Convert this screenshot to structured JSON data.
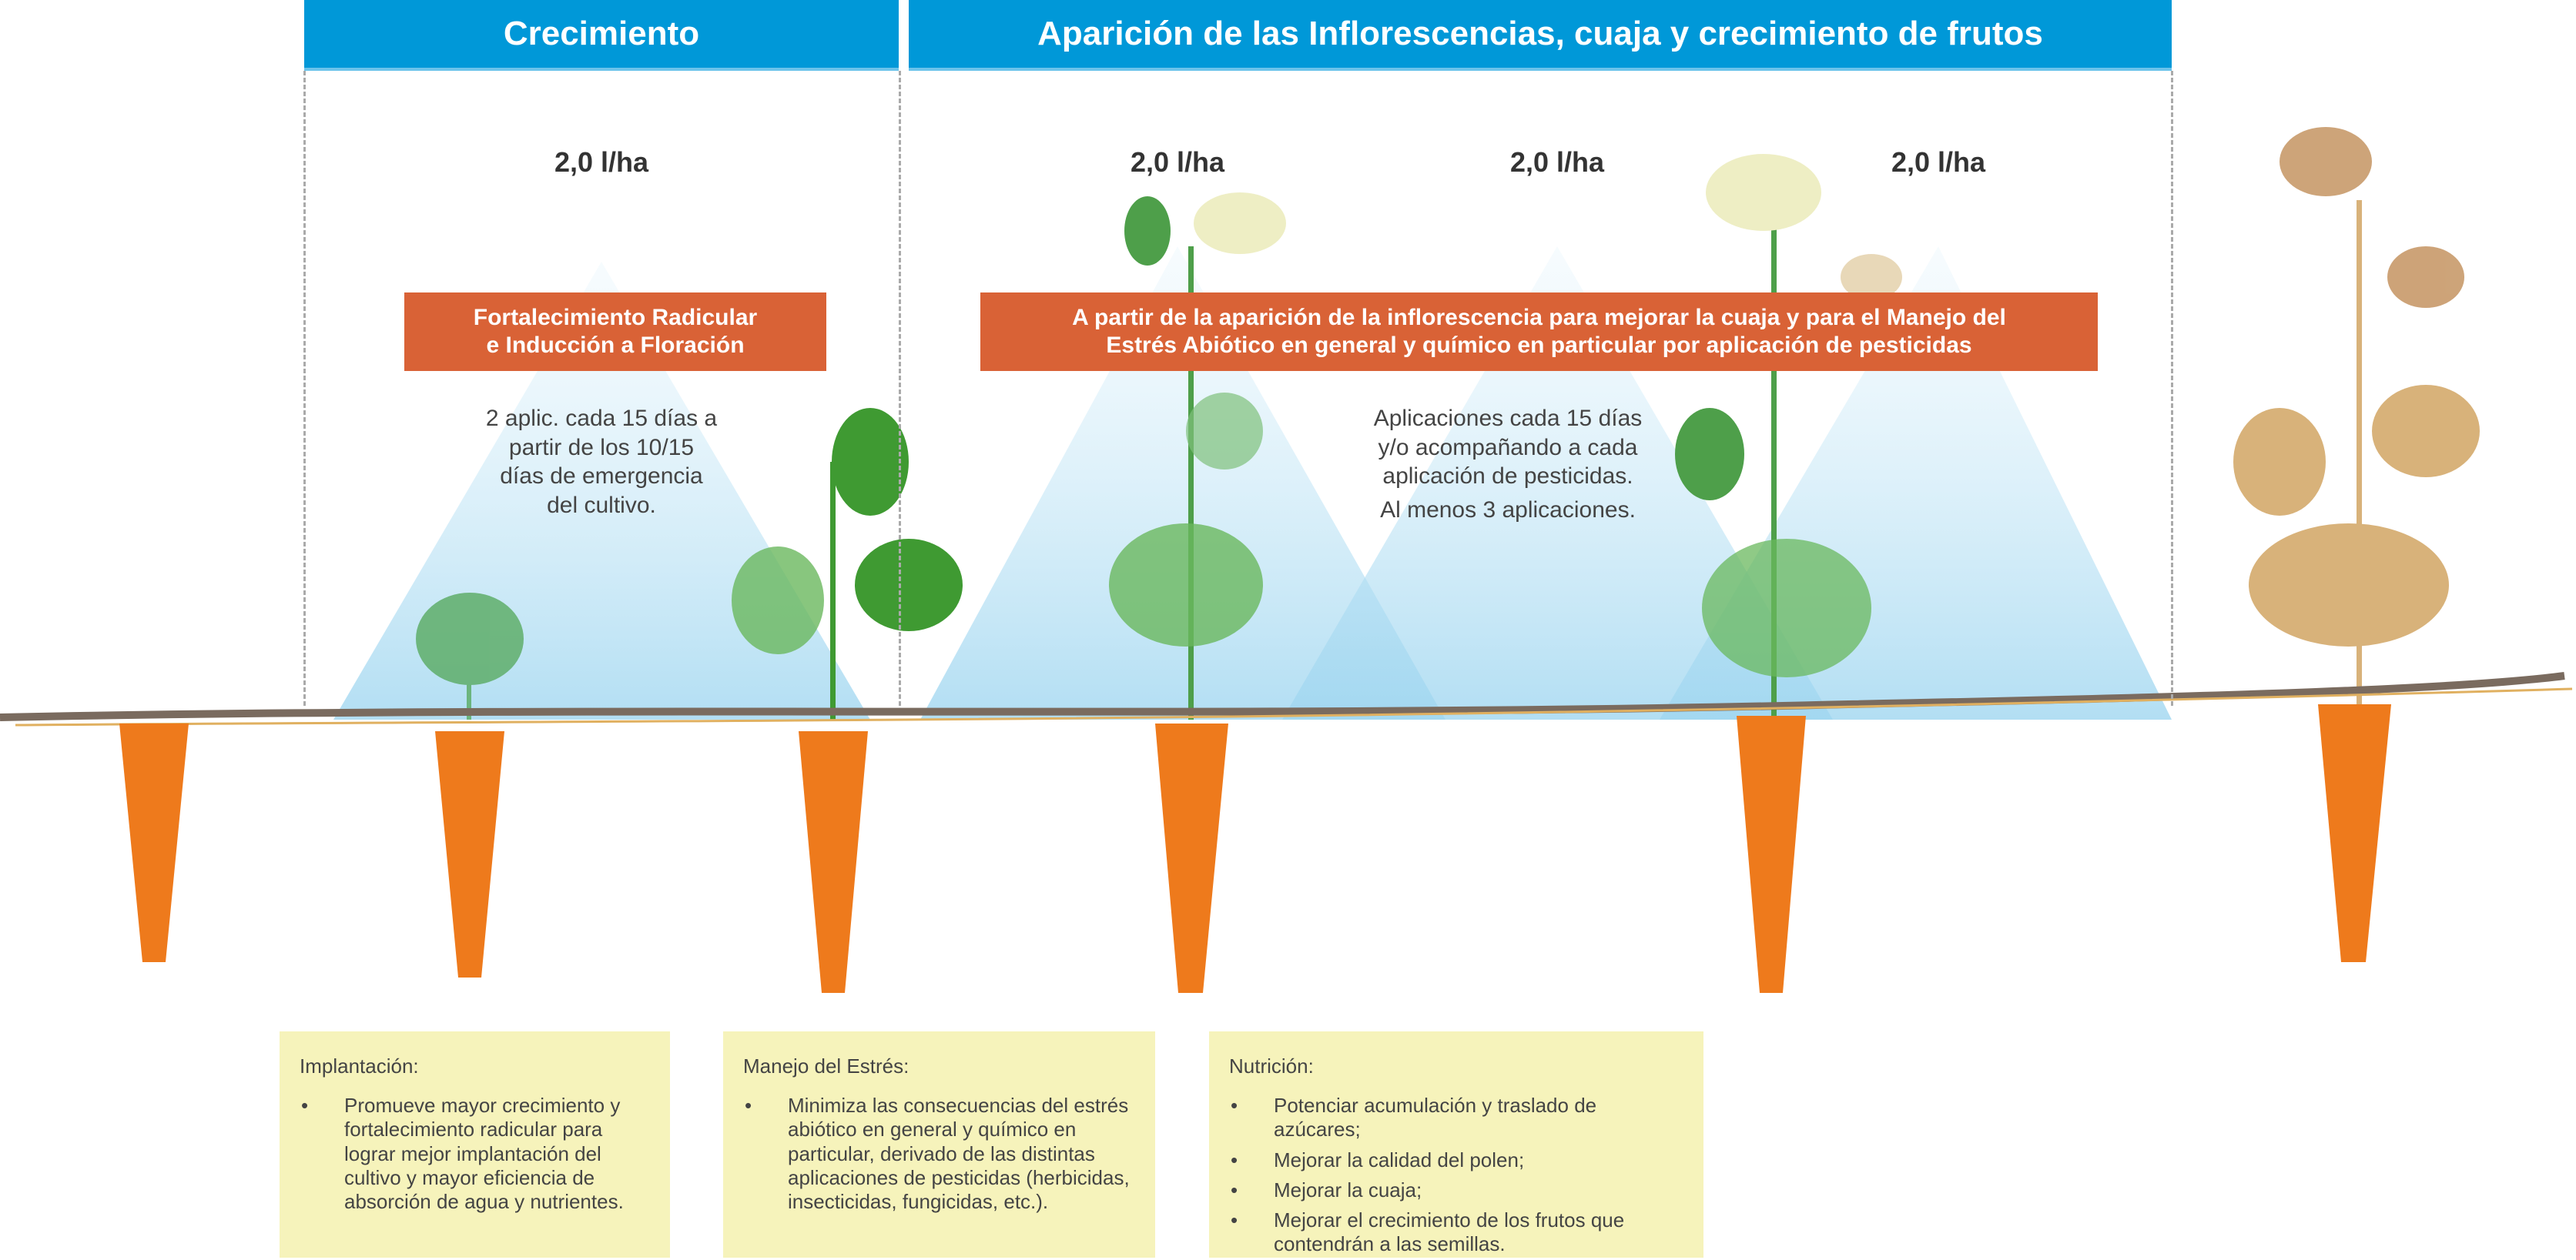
{
  "headers": {
    "growth": "Crecimiento",
    "flowering": "Aparición de las Inflorescencias, cuaja y crecimiento de frutos"
  },
  "doses": [
    "2,0 l/ha",
    "2,0 l/ha",
    "2,0 l/ha",
    "2,0 l/ha"
  ],
  "orange_boxes": {
    "root": {
      "line1": "Fortalecimiento Radicular",
      "line2": "e Inducción a Floración"
    },
    "stress": {
      "line1": "A partir de la aparición de la inflorescencia para mejorar la cuaja y para el Manejo del",
      "line2": "Estrés Abiótico en general y químico en particular por aplicación de pesticidas"
    }
  },
  "notes": {
    "root": [
      "2 aplic. cada 15 días a",
      "partir de los 10/15",
      "días de emergencia",
      "del cultivo."
    ],
    "stress": [
      "Aplicaciones cada 15 días",
      "y/o acompañando a cada",
      "aplicación de pesticidas.",
      "Al menos 3 aplicaciones."
    ]
  },
  "info_boxes": [
    {
      "title": "Implantación:",
      "items": [
        "Promueve mayor crecimiento y fortalecimiento radicular para lograr mejor implantación del cultivo y mayor eficiencia de absorción de agua y nutrientes."
      ]
    },
    {
      "title": "Manejo del Estrés:",
      "items": [
        "Minimiza las consecuencias del estrés abiótico en general y químico en particular, derivado de las distintas aplicaciones de pesticidas (herbicidas, insecticidas, fungicidas, etc.)."
      ]
    },
    {
      "title": "Nutrición:",
      "items": [
        "Potenciar acumulación y traslado de azúcares;",
        "Mejorar la calidad del polen;",
        "Mejorar la cuaja;",
        "Mejorar el crecimiento de los frutos que contendrán a las semillas."
      ]
    }
  ],
  "colors": {
    "header": "#0098d8",
    "orange": "#d96236",
    "yellow": "#f6f3bb",
    "carrot": "#ee7a1c",
    "leaf": "#3f9a32"
  }
}
